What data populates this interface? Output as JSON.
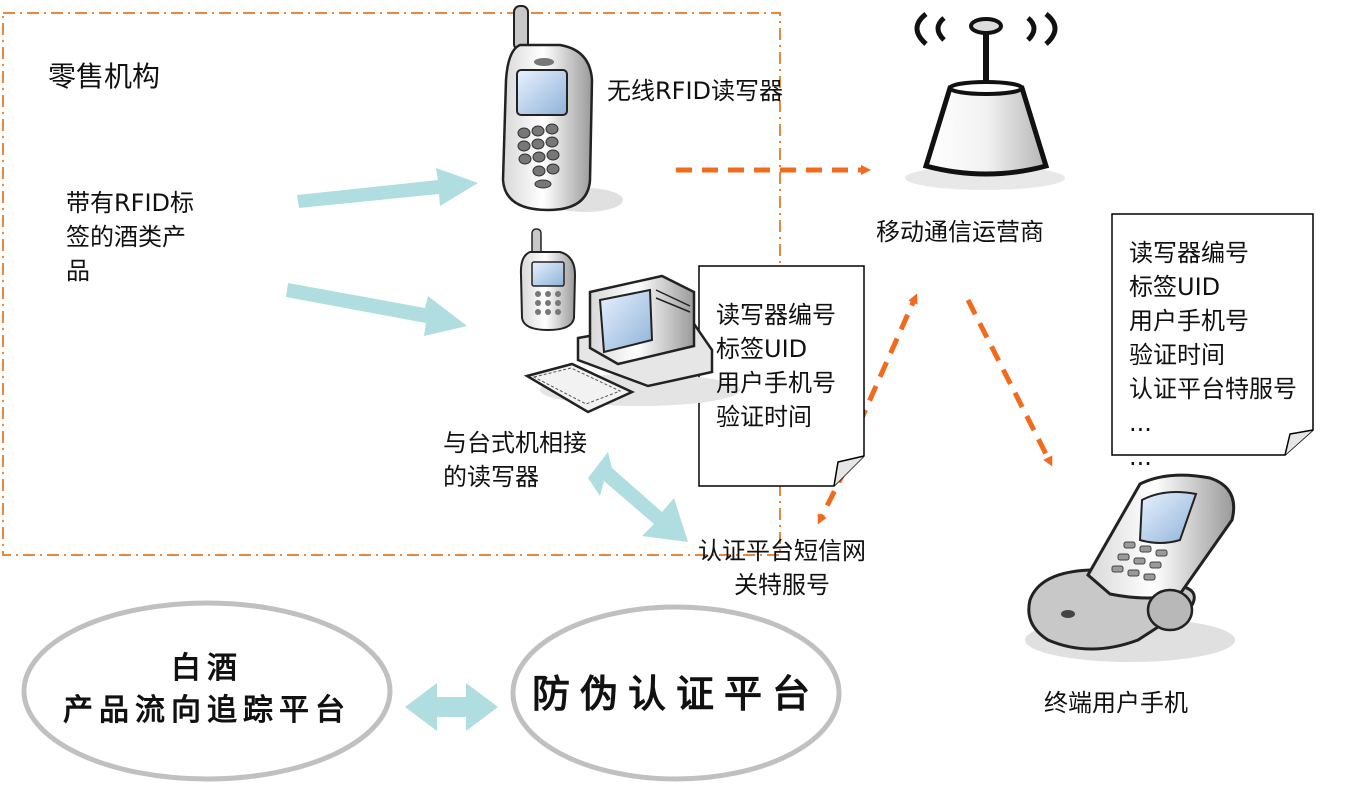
{
  "labels": {
    "retail_org": "零售机构",
    "wireless_reader": "无线RFID读写器",
    "tagged_product_lines": [
      "带有RFID标",
      "签的酒类产",
      "品"
    ],
    "desktop_reader_lines": [
      "与台式机相接",
      "的读写器"
    ],
    "mobile_operator": "移动通信运营商",
    "sms_gateway_lines": [
      "认证平台短信网",
      "关特服号"
    ],
    "end_user_phone": "终端用户手机"
  },
  "doc_middle": {
    "lines": [
      "读写器编号",
      "标签UID",
      "用户手机号",
      "验证时间"
    ]
  },
  "doc_right": {
    "lines": [
      "读写器编号",
      "标签UID",
      "用户手机号",
      "验证时间",
      "认证平台特服号",
      "...",
      "..."
    ]
  },
  "platforms": {
    "tracking_lines": [
      "白酒",
      "产品流向追踪平台"
    ],
    "anti_counterfeit": "防伪认证平台"
  },
  "colors": {
    "dashed_border": "#e8883a",
    "orange_arrow": "#f26b1d",
    "teal_arrow": "#b0dde0",
    "ellipse_border": "#c0c0c0"
  },
  "icons": {
    "antenna": "radio-tower-icon",
    "handheld": "handheld-reader-icon",
    "desktop": "desktop-reader-icon",
    "phone": "flip-phone-icon"
  }
}
